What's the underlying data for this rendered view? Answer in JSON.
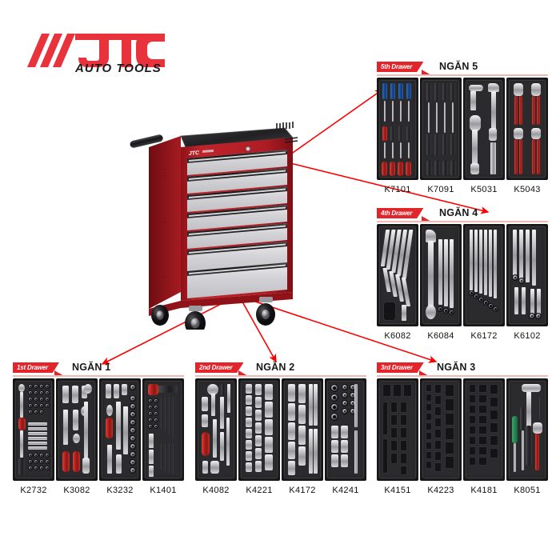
{
  "brand": {
    "name": "JTC",
    "tagline": "AUTO TOOLS",
    "logo_red": "#E8323C",
    "logo_black": "#1A1A1A"
  },
  "product": {
    "name": "JTC roller tool cabinet",
    "body_color": "#B51F26",
    "drawer_color": "#D9D9DC",
    "drawer_count": 7,
    "cart_logo": "JTC"
  },
  "accent_red": "#E1252B",
  "arrow_color": "#FF0000",
  "rule_color": "#F3B8B4",
  "panels": [
    {
      "id": "drawer-5",
      "badge": "5th Drawer",
      "title": "NGĂN 5",
      "codes": [
        "K7101",
        "K7091",
        "K5031",
        "K5043"
      ],
      "contents": [
        "screwdriver-set-blue",
        "screwdriver-set-black",
        "adjustable-wrench-locking-pliers",
        "pliers-set-red"
      ]
    },
    {
      "id": "drawer-4",
      "badge": "4th Drawer",
      "title": "NGĂN 4",
      "codes": [
        "K6082",
        "K6084",
        "K6172",
        "K6102"
      ],
      "contents": [
        "offset-ring-wrench-set",
        "combination-wrench-set",
        "ratcheting-wrench-set",
        "flex-head-wrench-set"
      ]
    },
    {
      "id": "drawer-1",
      "badge": "1st Drawer",
      "title": "NGĂN 1",
      "codes": [
        "K2732",
        "K3082",
        "K3232",
        "K1401"
      ],
      "contents": [
        "socket-set-1-4",
        "extension-bar-set",
        "ratchet-socket-set",
        "hex-key-bit-set"
      ]
    },
    {
      "id": "drawer-2",
      "badge": "2nd Drawer",
      "title": "NGĂN 2",
      "codes": [
        "K4082",
        "K4221",
        "K4172",
        "K4241"
      ],
      "contents": [
        "impact-ratchet-set",
        "deep-socket-set",
        "long-socket-set",
        "socket-extension-set"
      ]
    },
    {
      "id": "drawer-3",
      "badge": "3rd Drawer",
      "title": "NGĂN 3",
      "codes": [
        "K4151",
        "K4223",
        "K4181",
        "K8051"
      ],
      "contents": [
        "impact-deep-socket-set",
        "impact-socket-set",
        "hex-bit-socket-set",
        "hammer-pliers-screwdriver-set"
      ]
    }
  ]
}
